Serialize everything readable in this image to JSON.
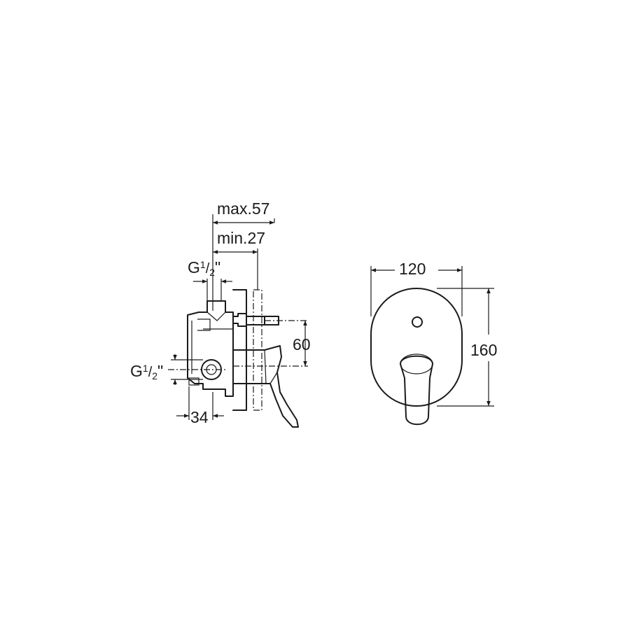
{
  "dimensions": {
    "max_depth": "max.57",
    "min_depth": "min.27",
    "top_thread": {
      "prefix": "G",
      "num": "1",
      "sep": "/",
      "den": "2",
      "suffix": "\""
    },
    "side_thread": {
      "prefix": "G",
      "num": "1",
      "sep": "/",
      "den": "2",
      "suffix": "\""
    },
    "handle_height": "60",
    "body_offset": "34",
    "plate_width": "120",
    "plate_height": "160"
  }
}
